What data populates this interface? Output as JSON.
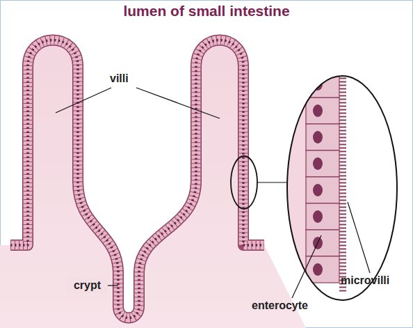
{
  "diagram": {
    "title": "lumen of small intestine",
    "nodes": [
      {
        "text": [
          "crypt"
        ]
      }
    ],
    "labels": [
      "villi",
      "microvilli",
      "enterocyte"
    ]
  }
}
